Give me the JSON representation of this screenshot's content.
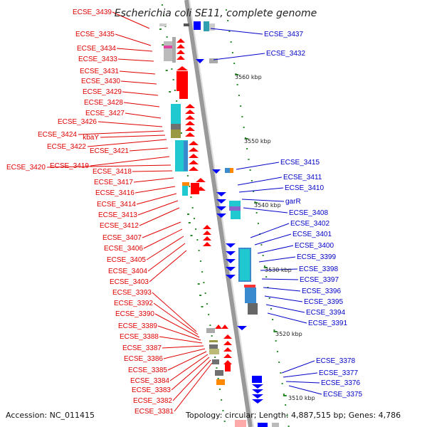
{
  "title": "Escherichia coli SE11, complete genome",
  "footer": {
    "accession": "Accession: NC_011415",
    "topology": "Topology: circular; Length: 4,887,515 bp; Genes: 4,786"
  },
  "colors": {
    "left_label": "#e00000",
    "right_label": "#0000c8",
    "backbone": "#999999",
    "tick": "#2a8a2a"
  },
  "scale_labels": [
    "3560 kbp",
    "3550 kbp",
    "3540 kbp",
    "3530 kbp",
    "3520 kbp",
    "3510 kbp"
  ],
  "left_labels": [
    "ECSE_3439",
    "ECSE_3435",
    "ECSE_3434",
    "ECSE_3433",
    "ECSE_3431",
    "ECSE_3430",
    "ECSE_3429",
    "ECSE_3428",
    "ECSE_3427",
    "ECSE_3426",
    "ECSE_3424",
    "kbaY",
    "ECSE_3422",
    "ECSE_3421",
    "ECSE_3420",
    "ECSE_3419",
    "ECSE_3418",
    "ECSE_3417",
    "ECSE_3416",
    "ECSE_3414",
    "ECSE_3413",
    "ECSE_3412",
    "ECSE_3407",
    "ECSE_3406",
    "ECSE_3405",
    "ECSE_3404",
    "ECSE_3403",
    "ECSE_3393",
    "ECSE_3392",
    "ECSE_3390",
    "ECSE_3389",
    "ECSE_3388",
    "ECSE_3387",
    "ECSE_3386",
    "ECSE_3385",
    "ECSE_3384",
    "ECSE_3383",
    "ECSE_3382",
    "ECSE_3381"
  ],
  "right_labels": [
    "ECSE_3437",
    "ECSE_3432",
    "ECSE_3415",
    "ECSE_3411",
    "ECSE_3410",
    "garR",
    "ECSE_3408",
    "ECSE_3402",
    "ECSE_3401",
    "ECSE_3400",
    "ECSE_3399",
    "ECSE_3398",
    "ECSE_3397",
    "ECSE_3396",
    "ECSE_3395",
    "ECSE_3394",
    "ECSE_3391",
    "ECSE_3378",
    "ECSE_3377",
    "ECSE_3376",
    "ECSE_3375"
  ]
}
